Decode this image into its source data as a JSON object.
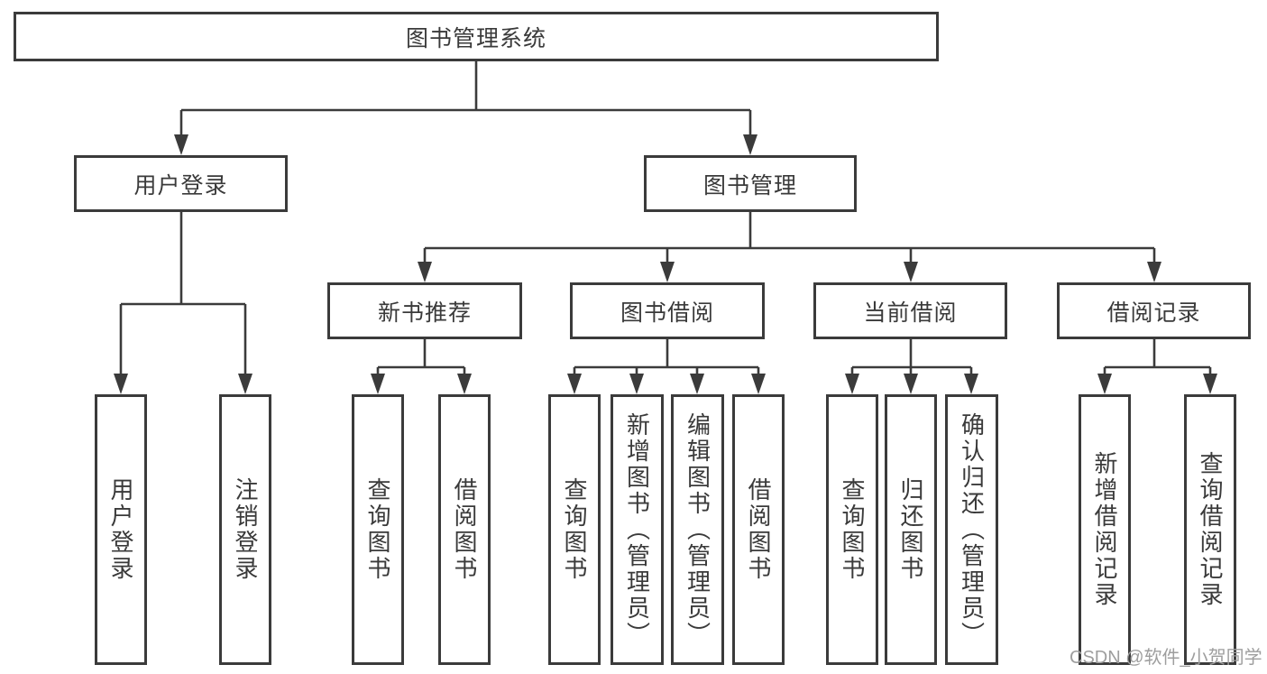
{
  "colors": {
    "line": "#3b3b3b",
    "text": "#3a3a3a",
    "box_bg": "#ffffff",
    "background": "#ffffff",
    "watermark": "#9e9e9e"
  },
  "watermark": "CSDN @软件_小贺同学",
  "nodes": {
    "root": "图书管理系统",
    "user_login": "用户登录",
    "book_management": "图书管理",
    "new_book_recommend": "新书推荐",
    "book_borrow": "图书借阅",
    "current_borrow": "当前借阅",
    "borrow_records": "借阅记录",
    "login": "用户登录",
    "logout": "注销登录",
    "nbr_query_books": "查询图书",
    "nbr_borrow_books": "借阅图书",
    "bb_query_books": "查询图书",
    "bb_add_books": "新增图书（管理员）",
    "bb_edit_books": "编辑图书（管理员）",
    "bb_borrow_books": "借阅图书",
    "cb_query_books": "查询图书",
    "cb_return_books": "归还图书",
    "cb_confirm_return": "确认归还（管理员）",
    "br_add_record": "新增借阅记录",
    "br_query_record": "查询借阅记录"
  }
}
